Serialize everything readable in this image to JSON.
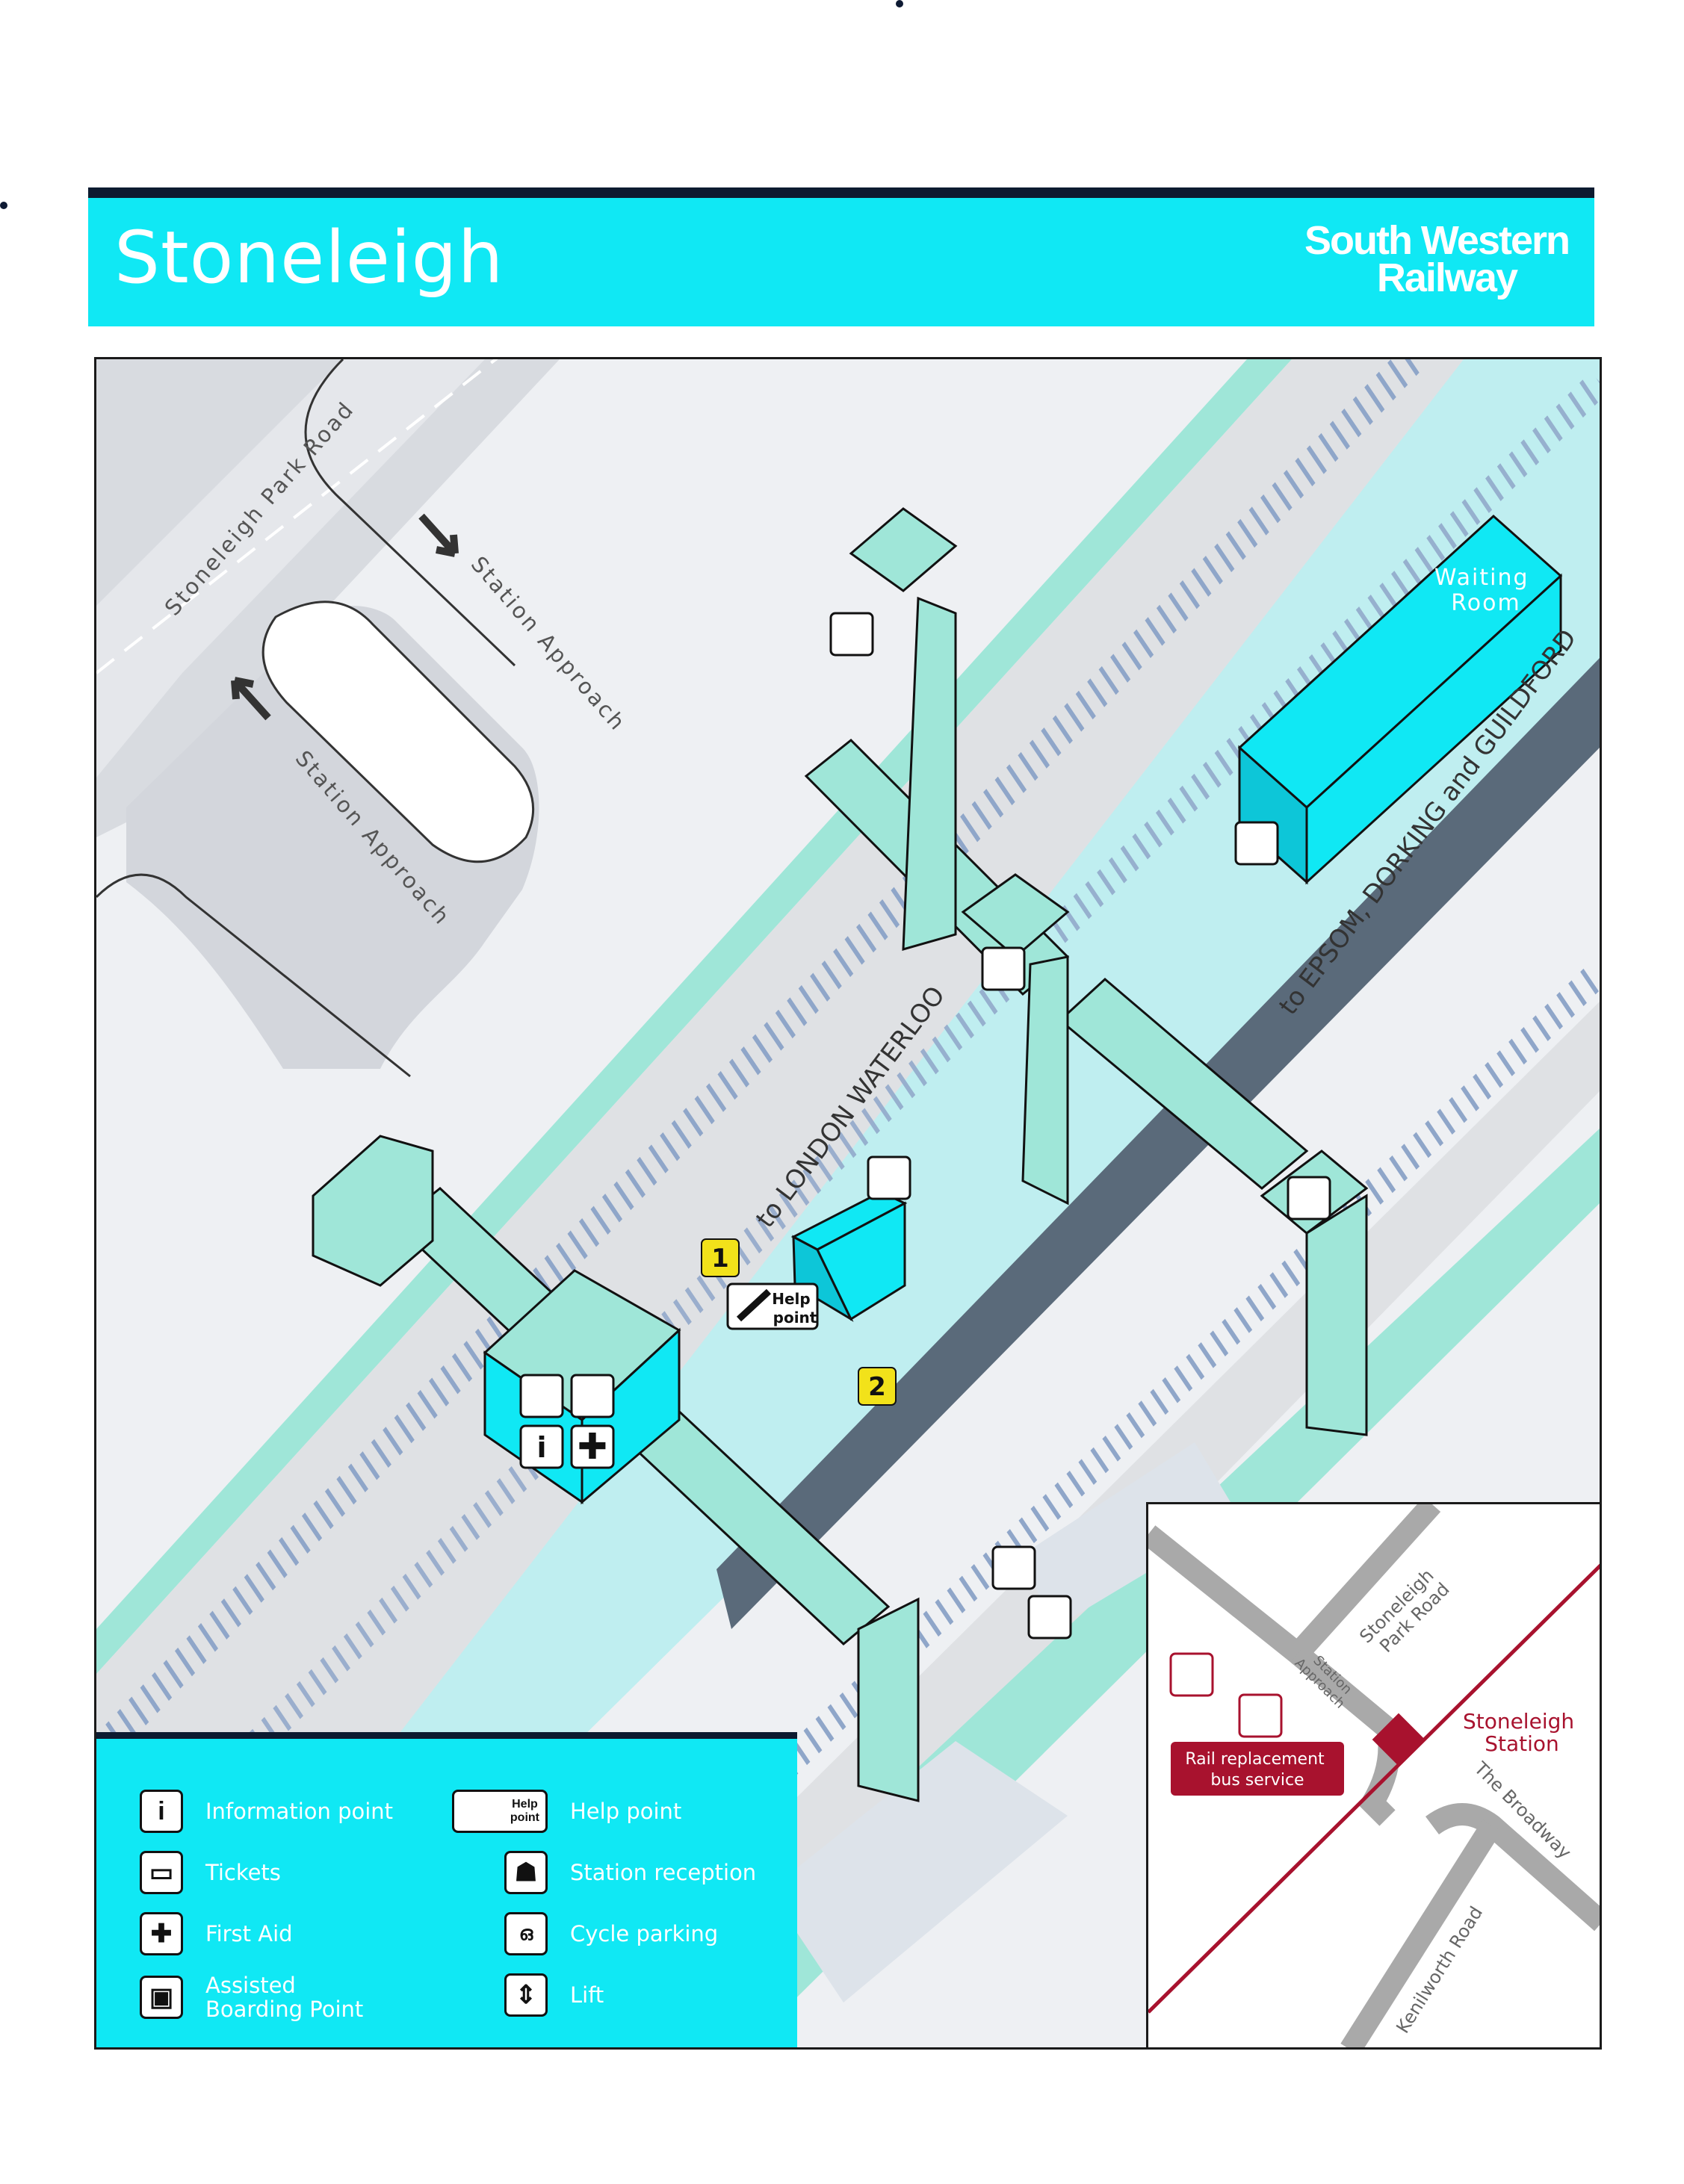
{
  "header": {
    "station_name": "Stoneleigh",
    "brand_line1": "South Western",
    "brand_line2": "Railway",
    "accent_color": "#10e8f4",
    "bar_color": "#0d1b30"
  },
  "map": {
    "road_stoneleigh_park": "Stoneleigh Park Road",
    "station_approach_in": "Station Approach",
    "station_approach_out": "Station Approach",
    "direction_london": "to LONDON WATERLOO",
    "direction_epsom": "to EPSOM, DORKING and GUILDFORD",
    "waiting_room": "Waiting\nRoom",
    "platform_1": "1",
    "platform_2": "2",
    "help_point_line1": "Help",
    "help_point_line2": "point",
    "platform_color": "#bfeef0",
    "structure_color": "#9fe6d8",
    "building_color": "#10e8f4"
  },
  "legend": {
    "items": [
      {
        "icon": "information-icon",
        "label": "Information point"
      },
      {
        "icon": "tickets-icon",
        "label": "Tickets"
      },
      {
        "icon": "first-aid-icon",
        "label": "First Aid"
      },
      {
        "icon": "assisted-boarding-icon",
        "label": "Assisted\nBoarding Point"
      },
      {
        "icon": "help-point-icon",
        "label": "Help point"
      },
      {
        "icon": "station-reception-icon",
        "label": "Station reception"
      },
      {
        "icon": "cycle-parking-icon",
        "label": "Cycle parking"
      },
      {
        "icon": "lift-icon",
        "label": "Lift"
      }
    ],
    "help_badge_line1": "Help",
    "help_badge_line2": "point"
  },
  "inset": {
    "road1": "Stoneleigh\nPark Road",
    "road2": "Station\nApproach",
    "road3": "The Broadway",
    "road4": "Kenilworth Road",
    "station_label": "Stoneleigh\nStation",
    "bus_label": "Rail replacement\nbus service",
    "rail_color": "#a8122e"
  }
}
